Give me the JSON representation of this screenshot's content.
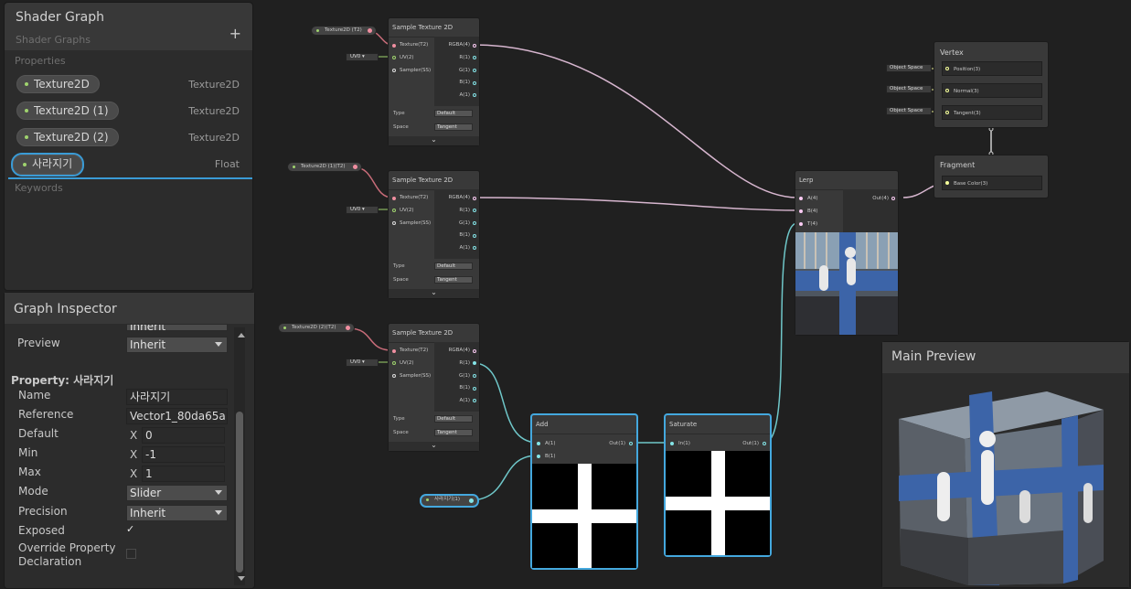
{
  "blackboard": {
    "title": "Shader Graph",
    "subtitle": "Shader Graphs",
    "add_symbol": "+",
    "properties_label": "Properties",
    "keywords_label": "Keywords",
    "properties": [
      {
        "name": "Texture2D",
        "type": "Texture2D"
      },
      {
        "name": "Texture2D (1)",
        "type": "Texture2D"
      },
      {
        "name": "Texture2D (2)",
        "type": "Texture2D"
      },
      {
        "name": "사라지기",
        "type": "Float"
      }
    ]
  },
  "inspector": {
    "title": "Graph Inspector",
    "cut_value": "Inherit",
    "preview_label": "Preview",
    "preview_value": "Inherit",
    "property_header": "Property: 사라지기",
    "name_label": "Name",
    "name_value": "사라지기",
    "reference_label": "Reference",
    "reference_value": "Vector1_80da65a",
    "default_label": "Default",
    "default_value": "0",
    "min_label": "Min",
    "min_value": "-1",
    "max_label": "Max",
    "max_value": "1",
    "x_letter": "X",
    "mode_label": "Mode",
    "mode_value": "Slider",
    "precision_label": "Precision",
    "precision_value": "Inherit",
    "exposed_label": "Exposed",
    "exposed_check": "✓",
    "override_label_1": "Override Property",
    "override_label_2": "Declaration"
  },
  "sample_node": {
    "title": "Sample Texture 2D",
    "in_texture": "Texture(T2)",
    "in_uv": "UV(2)",
    "in_sampler": "Sampler(SS)",
    "out_rgba": "RGBA(4)",
    "out_r": "R(1)",
    "out_g": "G(1)",
    "out_b": "B(1)",
    "out_a": "A(1)",
    "type_label": "Type",
    "type_value": "Default",
    "space_label": "Space",
    "space_value": "Tangent",
    "uv_chip": "UV0 ▾",
    "expand": "⌄"
  },
  "tex_chips": [
    "Texture2D (T2)",
    "Texture2D (1)(T2)",
    "Texture2D (2)(T2)"
  ],
  "float_chip": "사라지기(1)",
  "lerp": {
    "title": "Lerp",
    "in_a": "A(4)",
    "in_b": "B(4)",
    "in_t": "T(4)",
    "out": "Out(4)"
  },
  "add": {
    "title": "Add",
    "in_a": "A(1)",
    "in_b": "B(1)",
    "out": "Out(1)"
  },
  "saturate": {
    "title": "Saturate",
    "in": "In(1)",
    "out": "Out(1)"
  },
  "vertex": {
    "title": "Vertex",
    "position": "Position(3)",
    "normal": "Normal(3)",
    "tangent": "Tangent(3)",
    "space_chip": "Object Space"
  },
  "fragment": {
    "title": "Fragment",
    "base_color": "Base Color(3)"
  },
  "main_preview": {
    "title": "Main Preview"
  },
  "colors": {
    "texture_port": "#f08ea0",
    "float_port": "#84e4e7",
    "vector3_port": "#f6ff9a",
    "vector4_port": "#fbcbf4",
    "uv_port": "#9fd36e",
    "selection": "#44a8de"
  }
}
